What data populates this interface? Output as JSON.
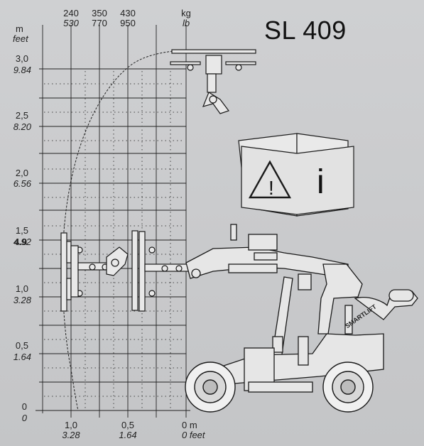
{
  "model_title": "SL 409",
  "y_units": {
    "metric": "m",
    "imperial": "feet"
  },
  "x_units": {
    "metric": "kg",
    "imperial": "lb"
  },
  "capacity_labels": [
    {
      "kg": "240",
      "lb": "530"
    },
    {
      "kg": "350",
      "lb": "770"
    },
    {
      "kg": "430",
      "lb": "950"
    }
  ],
  "y_ticks": [
    {
      "m": "3,0",
      "ft": "9.84"
    },
    {
      "m": "2,5",
      "ft": "8.20"
    },
    {
      "m": "2,0",
      "ft": "6.56"
    },
    {
      "m": "1,5",
      "ft": "4.92"
    },
    {
      "m": "1,0",
      "ft": "3.28"
    },
    {
      "m": "0,5",
      "ft": "1.64"
    },
    {
      "m": "0",
      "ft": "0"
    }
  ],
  "x_ticks": [
    {
      "m": "1,0",
      "ft": "3.28"
    },
    {
      "m": "0,5",
      "ft": "1.64"
    },
    {
      "m": "0 m",
      "ft": "0 feet"
    }
  ],
  "y_tick_overlap": "4.9",
  "brand_text": "SMARTLIFT",
  "warning_icon": "warning-triangle-icon",
  "info_icon": "info-icon",
  "colors": {
    "background": "#c8c9cb",
    "line": "#1a1a1a",
    "machine_light": "#e6e6e6"
  }
}
